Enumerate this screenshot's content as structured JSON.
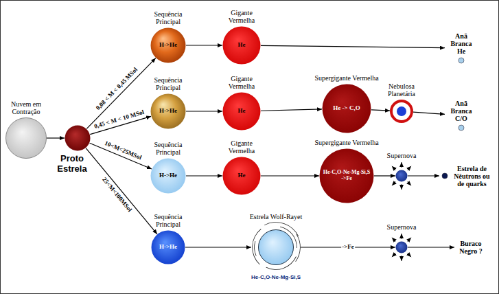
{
  "diagram": {
    "nodes": [
      {
        "text": [
          "Nuvem em Contração"
        ]
      },
      {
        "text": [
          "Proto Estrela"
        ]
      },
      {
        "text": [
          "Sequência Principal",
          "H->He"
        ]
      },
      {
        "text": [
          "Gigante Vermelha",
          "He"
        ]
      },
      {
        "text": [
          "Anã Branca He"
        ]
      },
      {
        "text": [
          "Sequência Principal",
          "H->He"
        ]
      },
      {
        "text": [
          "Gigante Vermelha",
          "He"
        ]
      },
      {
        "text": [
          "Supergigante Vermelha",
          "He -> C,O"
        ]
      },
      {
        "text": [
          "Nebulosa Planetária"
        ]
      },
      {
        "text": [
          "Anã Branca C/O"
        ]
      },
      {
        "text": [
          "Sequência Principal",
          "H->He"
        ]
      },
      {
        "text": [
          "Gigante Vermelha",
          "He"
        ]
      },
      {
        "text": [
          "Supergigante Vermelha",
          "He-C,O-Ne-Mg-Si,S",
          "->Fe"
        ]
      },
      {
        "text": [
          "Supernova"
        ]
      },
      {
        "text": [
          "Estrela de Nêutrons ou de quarks"
        ]
      },
      {
        "text": [
          "Sequência Principal",
          "H->He"
        ]
      },
      {
        "text": [
          "Estrela Wolf-Rayet",
          "He-C,O-Ne-Mg-Si,S"
        ]
      },
      {
        "text": [
          "Supernova"
        ]
      },
      {
        "text": [
          "Buraco Negro ?"
        ]
      }
    ],
    "edges": [
      {
        "from": 0,
        "to": 1,
        "arrow": "to"
      },
      {
        "from": 1,
        "to": 2,
        "label": "0,08 < M < 0,45 MSol",
        "arrow": "to"
      },
      {
        "from": 2,
        "to": 3,
        "arrow": "to"
      },
      {
        "from": 3,
        "to": 4,
        "arrow": "to"
      },
      {
        "from": 1,
        "to": 5,
        "label": "0,45 < M < 10 MSol",
        "arrow": "to"
      },
      {
        "from": 5,
        "to": 6,
        "arrow": "to"
      },
      {
        "from": 6,
        "to": 7,
        "arrow": "to"
      },
      {
        "from": 7,
        "to": 8,
        "arrow": "to"
      },
      {
        "from": 8,
        "to": 9,
        "arrow": "to"
      },
      {
        "from": 1,
        "to": 10,
        "label": "10<M<25MSol",
        "arrow": "to"
      },
      {
        "from": 10,
        "to": 11,
        "arrow": "to"
      },
      {
        "from": 11,
        "to": 12,
        "arrow": "to"
      },
      {
        "from": 12,
        "to": 13,
        "arrow": "to"
      },
      {
        "from": 13,
        "to": 14,
        "arrow": "to"
      },
      {
        "from": 1,
        "to": 15,
        "label": "25<M<100MSol",
        "arrow": "to"
      },
      {
        "from": 15,
        "to": 16,
        "arrow": "to"
      },
      {
        "from": 16,
        "to": 17,
        "label": "->Fe",
        "arrow": "to"
      },
      {
        "from": 17,
        "to": 18,
        "arrow": "to"
      }
    ]
  }
}
